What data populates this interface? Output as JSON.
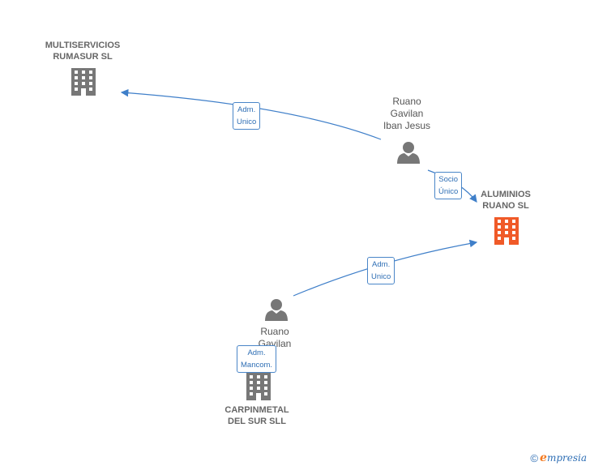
{
  "nodes": {
    "multiservicios": {
      "label": "MULTISERVICIOS\nRUMASUR  SL"
    },
    "aluminios": {
      "label": "ALUMINIOS\nRUANO  SL"
    },
    "carpinmetal": {
      "label": "CARPINMETAL\nDEL SUR SLL"
    },
    "ruano_iban": {
      "label": "Ruano\nGavilan\nIban Jesus"
    },
    "ruano_2": {
      "label": "Ruano\nGavilan\n..."
    }
  },
  "edges": {
    "adm_unico_top": "Adm.\nUnico",
    "socio_unico": "Socio\nÚnico",
    "adm_unico_bottom": "Adm.\nUnico",
    "adm_mancom": "Adm.\nMancom."
  },
  "colors": {
    "edge": "#3f7fc9",
    "company_gray": "#777777",
    "company_main": "#f05a28",
    "person_gray": "#777777"
  },
  "footer": {
    "copyright": "©",
    "brand_e": "e",
    "brand_rest": "mpresia"
  }
}
